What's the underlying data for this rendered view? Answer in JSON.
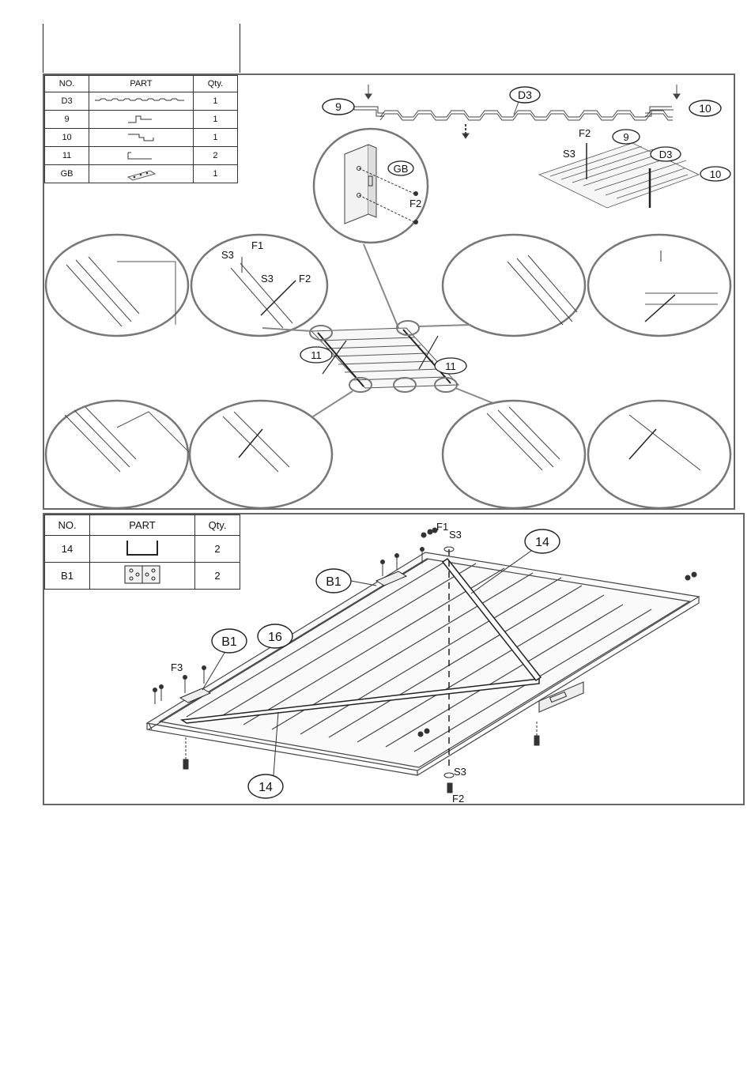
{
  "top_table": {
    "headers": [
      "NO.",
      "PART",
      "Qty."
    ],
    "rows": [
      {
        "no": "D3",
        "qty": "1"
      },
      {
        "no": "9",
        "qty": "1"
      },
      {
        "no": "10",
        "qty": "1"
      },
      {
        "no": "11",
        "qty": "2"
      },
      {
        "no": "GB",
        "qty": "1"
      }
    ]
  },
  "bottom_table": {
    "headers": [
      "NO.",
      "PART",
      "Qty."
    ],
    "rows": [
      {
        "no": "14",
        "qty": "2"
      },
      {
        "no": "B1",
        "qty": "2"
      }
    ]
  },
  "callouts": {
    "c9": "9",
    "d3": "D3",
    "c10": "10",
    "gb": "GB",
    "c11": "11",
    "c14": "14",
    "b1": "B1",
    "c16": "16"
  },
  "fasteners": {
    "f1": "F1",
    "f2": "F2",
    "f3": "F3",
    "s3": "S3"
  }
}
